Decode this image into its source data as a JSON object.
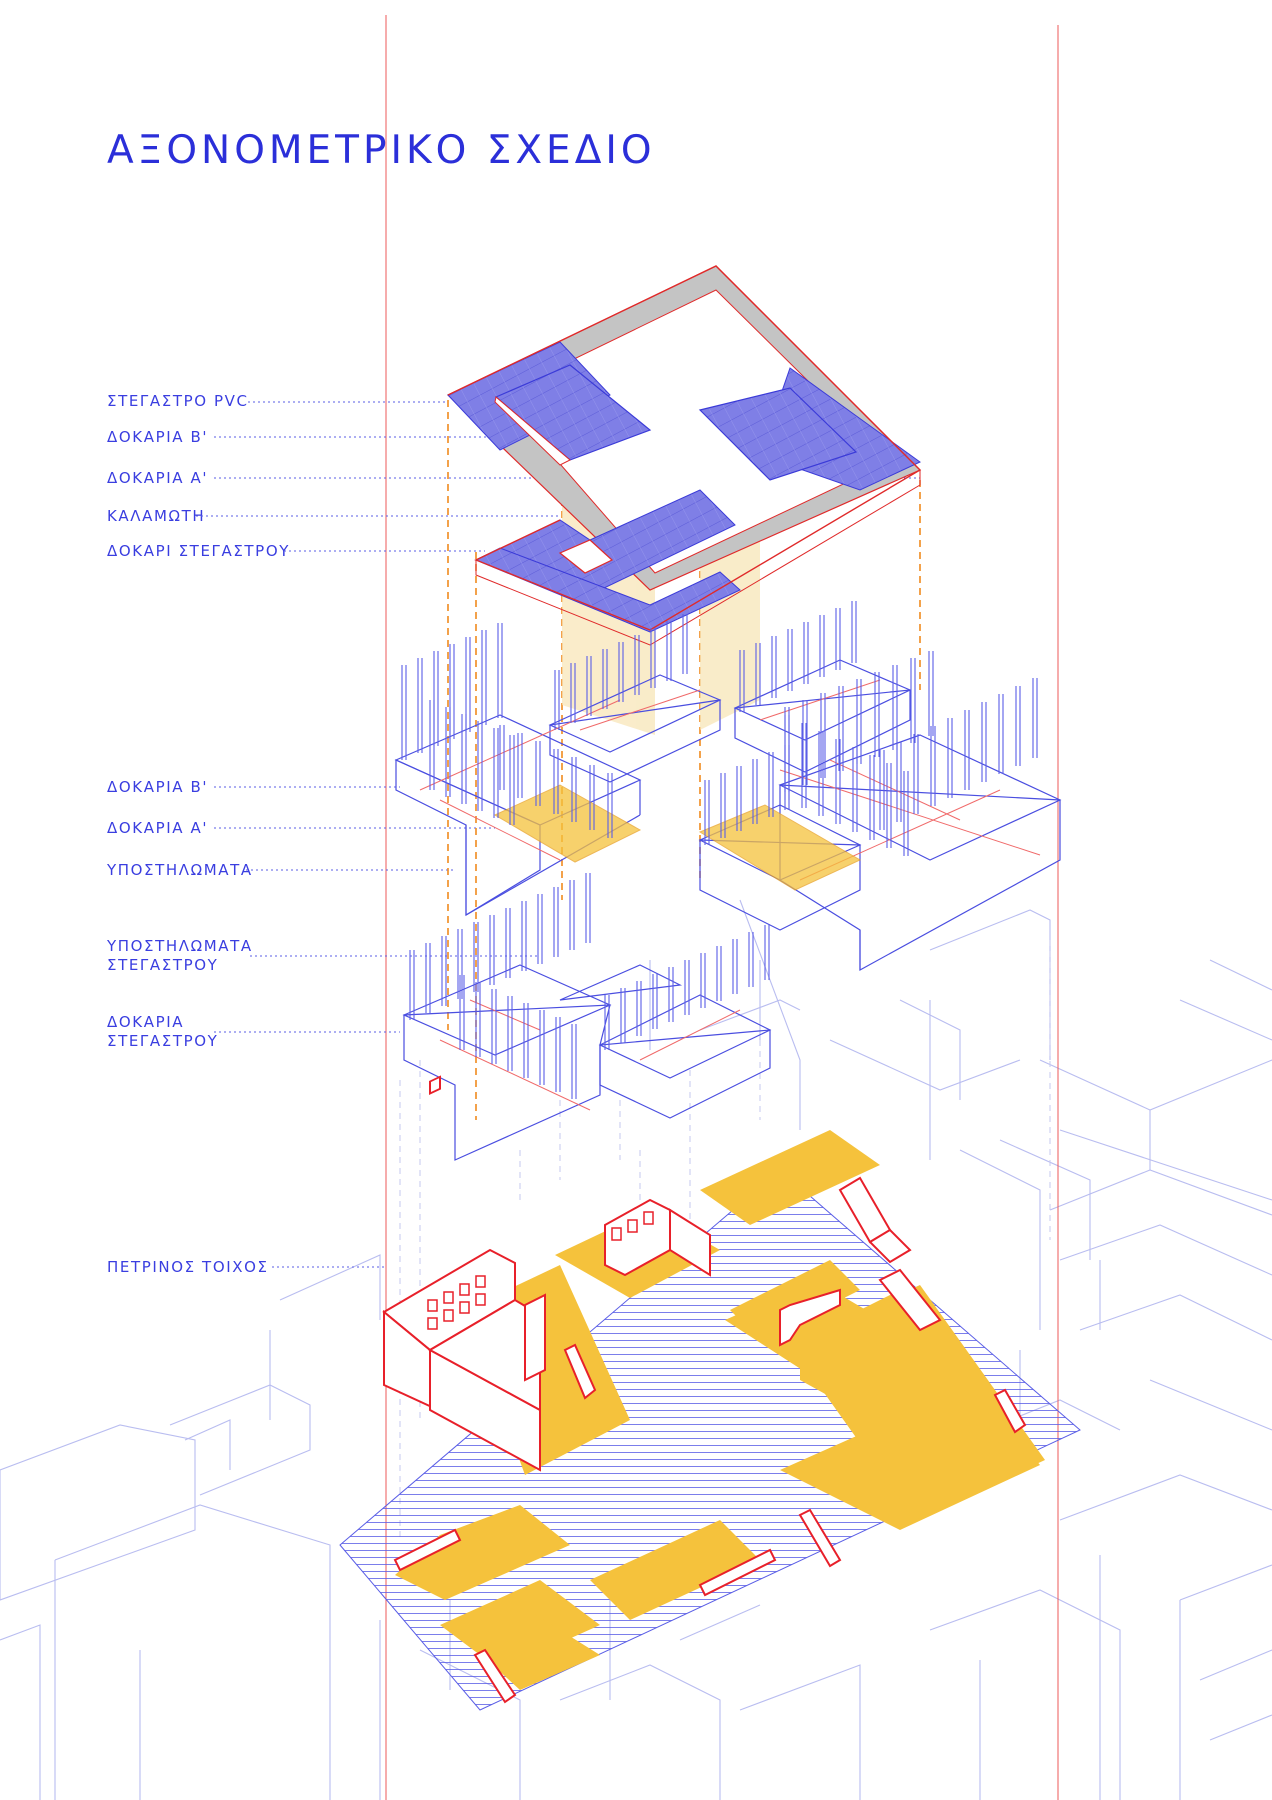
{
  "title": "ΑΞΟΝΟΜΕΤΡΙΚΟ ΣΧΕΔΙΟ",
  "roof_labels": [
    "ΣΤΕΓΑΣΤΡΟ PVC",
    "ΔΟΚΑΡΙΑ Β'",
    "ΔΟΚΑΡΙΑ Α'",
    "ΚΑΛΑΜΩΤΗ",
    "ΔΟΚΑΡΙ ΣΤΕΓΑΣΤΡΟΥ"
  ],
  "frame_labels": [
    "ΔΟΚΑΡΙΑ Β'",
    "ΔΟΚΑΡΙΑ Α'",
    "ΥΠΟΣΤΗΛΩΜΑΤΑ"
  ],
  "frame_labels_2": {
    "columns_line1": "ΥΠΟΣΤΗΛΩΜΑΤΑ",
    "columns_line2": "ΣΤΕΓΑΣΤΡΟΥ",
    "beams_line1": "ΔΟΚΑΡΙΑ",
    "beams_line2": "ΣΤΕΓΑΣΤΡΟΥ"
  },
  "ground_label": "ΠΕΤΡΙΝΟΣ ΤΟΙΧΟΣ",
  "colors": {
    "label_blue": "#3a3ee0",
    "wall_red": "#e8202a",
    "floor_yellow": "#f5c23c",
    "roof_blue": "#7373e0",
    "roof_grey": "#bdbdbd",
    "leader_orange": "#f08a1e",
    "context_line": "#b8bcf0"
  }
}
